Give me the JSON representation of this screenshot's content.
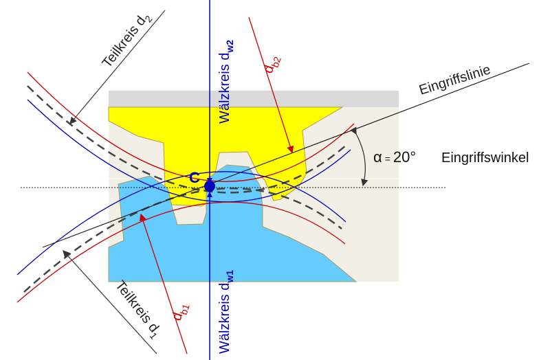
{
  "labels": {
    "teilkreis_2": "Teilkreis d",
    "teilkreis_2_sub": "2",
    "teilkreis_1": "Teilkreis d",
    "teilkreis_1_sub": "1",
    "waelzkreis_2": "Wälzkreis d",
    "waelzkreis_2_sub": "w2",
    "waelzkreis_1": "Wälzkreis d",
    "waelzkreis_1_sub": "w1",
    "grundkreis_2": "d",
    "grundkreis_2_sub": "b2",
    "grundkreis_1": "d",
    "grundkreis_1_sub": "b1",
    "eingriffslinie": "Eingriffslinie",
    "alpha": "α",
    "alpha_eq": "=",
    "alpha_value": "20°",
    "eingriffswinkel": "Eingriffswinkel",
    "pitch_point": "C"
  },
  "colors": {
    "gear_upper": "#ffff00",
    "gear_lower": "#66ccff",
    "background_panel": "#f2f0e6",
    "base_circle": "#cc0000",
    "pitch_circle": "#0000bb",
    "reference_circle": "#444444"
  }
}
